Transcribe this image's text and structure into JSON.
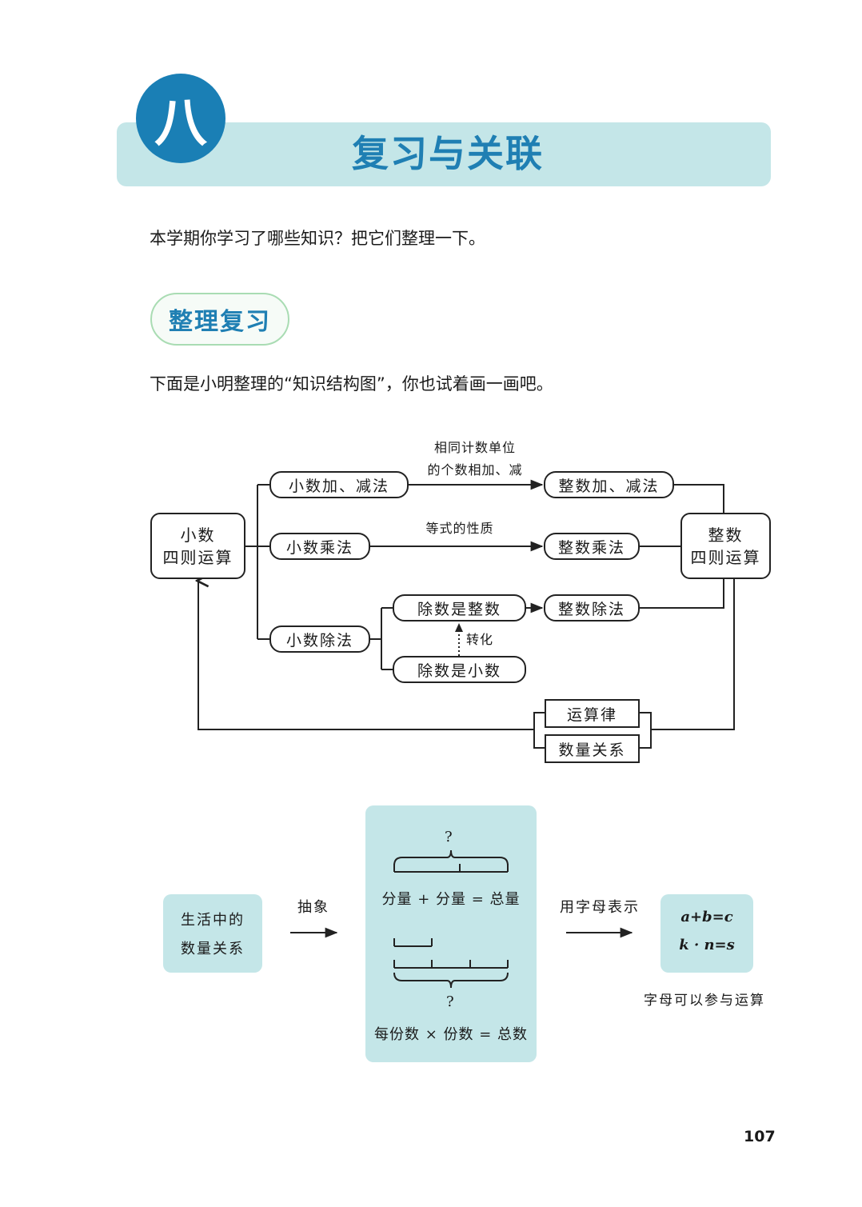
{
  "chapter": {
    "number": "八",
    "title": "复习与关联"
  },
  "intro": "本学期你学习了哪些知识？把它们整理一下。",
  "section": {
    "title": "整理复习",
    "description": "下面是小明整理的“知识结构图”，你也试着画一画吧。"
  },
  "diagram": {
    "left_root": [
      "小数",
      "四则运算"
    ],
    "right_root": [
      "整数",
      "四则运算"
    ],
    "decimal_add": "小数加、减法",
    "decimal_mul": "小数乘法",
    "decimal_div": "小数除法",
    "integer_add": "整数加、减法",
    "integer_mul": "整数乘法",
    "integer_div": "整数除法",
    "divisor_integer": "除数是整数",
    "divisor_decimal": "除数是小数",
    "label_add": [
      "相同计数单位",
      "的个数相加、减"
    ],
    "label_mul": "等式的性质",
    "label_transform": "转化",
    "law": "运算律",
    "relation": "数量关系"
  },
  "lower": {
    "life_box": [
      "生活中的",
      "数量关系"
    ],
    "abstract": "抽象",
    "question_top": "?",
    "formula_sum": "分量 + 分量 = 总量",
    "question_bottom": "?",
    "formula_product": "每份数 × 份数 = 总数",
    "letter_label": "用字母表示",
    "letter_formula_1": "a+b=c",
    "letter_formula_2": "k · n=s",
    "letter_note": "字母可以参与运算"
  },
  "page_number": "107",
  "colors": {
    "accent_blue": "#1f7fb3",
    "circle_blue": "#1a7fb5",
    "teal_band": "#c4e6e8",
    "pill_border": "#a9dcb3"
  }
}
